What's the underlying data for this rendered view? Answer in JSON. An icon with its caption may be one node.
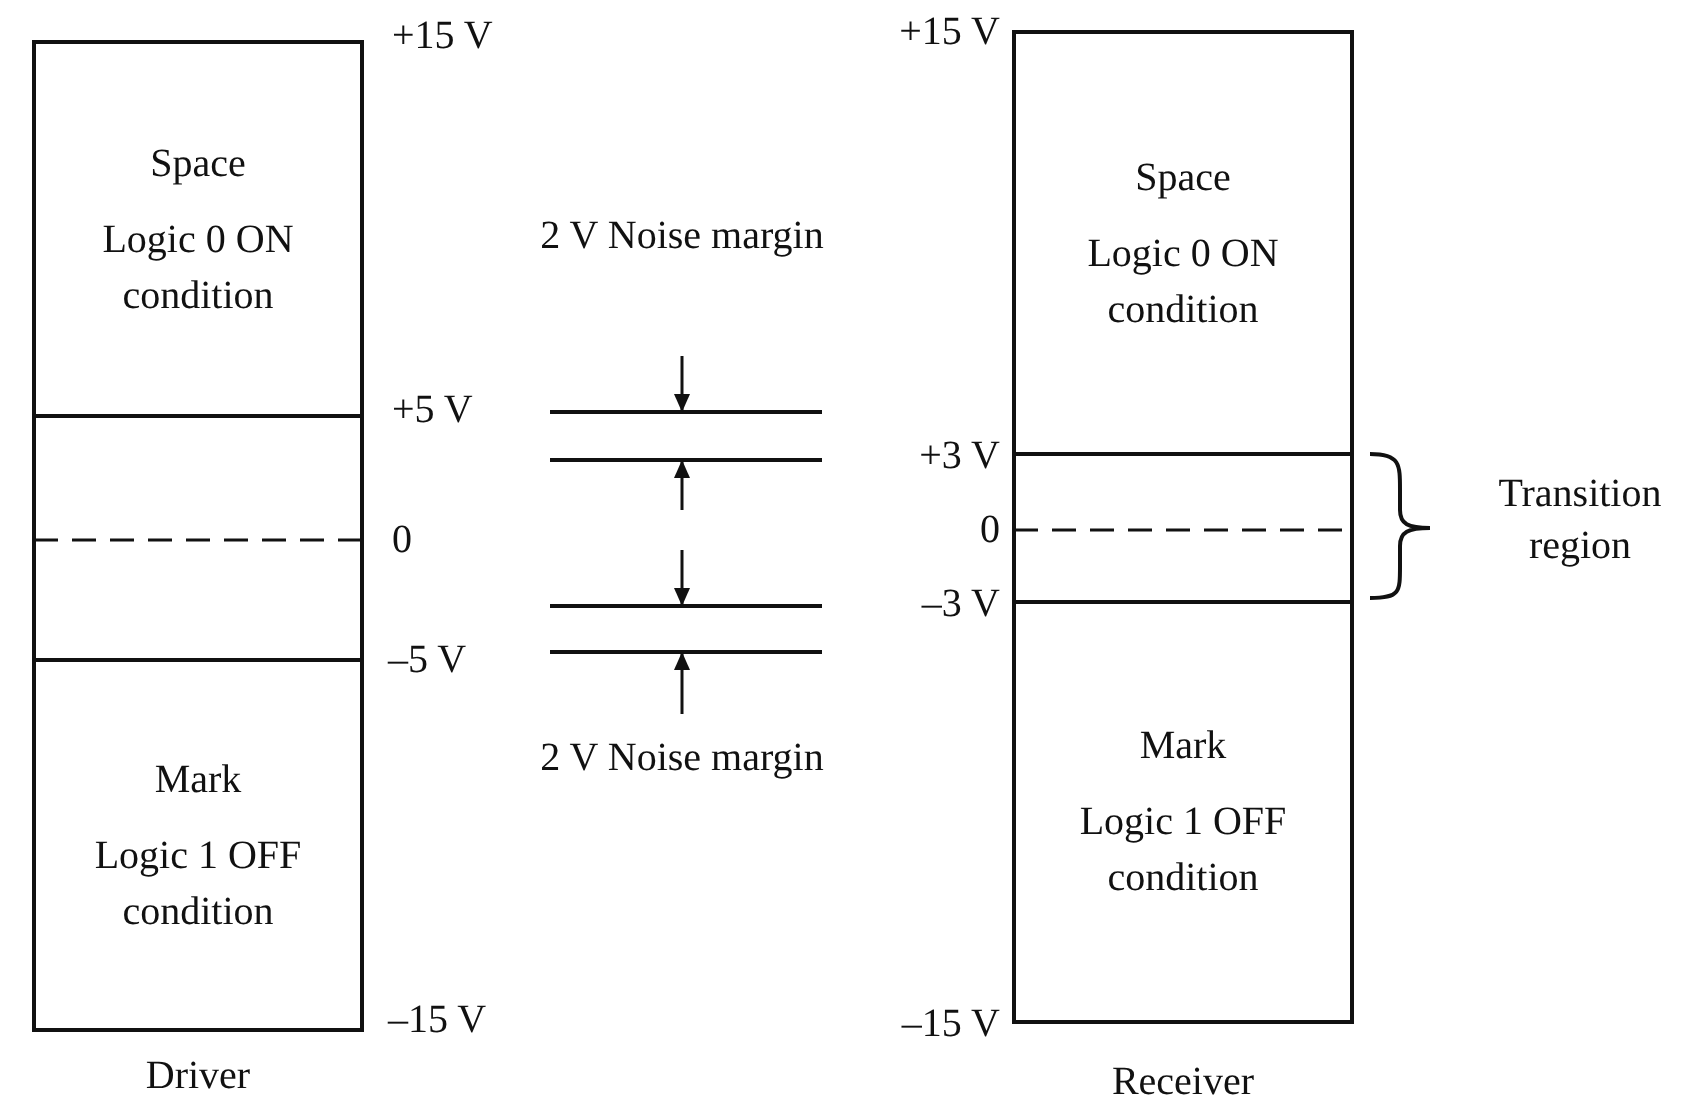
{
  "diagram": {
    "nodes": [
      {
        "text": [
          "Driver"
        ]
      },
      {
        "text": [
          "Space",
          "Logic 0 ON condition"
        ],
        "in": 0
      },
      {
        "text": [
          "Mark",
          "Logic 1 OFF condition"
        ],
        "in": 0
      },
      {
        "text": [
          "Receiver"
        ]
      },
      {
        "text": [
          "Space",
          "Logic 0 ON condition"
        ],
        "in": 3
      },
      {
        "text": [
          "Mark",
          "Logic 1 OFF condition"
        ],
        "in": 3
      }
    ],
    "labels": [
      "+15 V",
      "+15 V",
      "2 V Noise margin",
      "+5 V",
      "+3 V",
      "0",
      "0",
      "Transition region",
      "–5 V",
      "–3 V",
      "2 V Noise margin",
      "–15 V",
      "–15 V"
    ]
  }
}
